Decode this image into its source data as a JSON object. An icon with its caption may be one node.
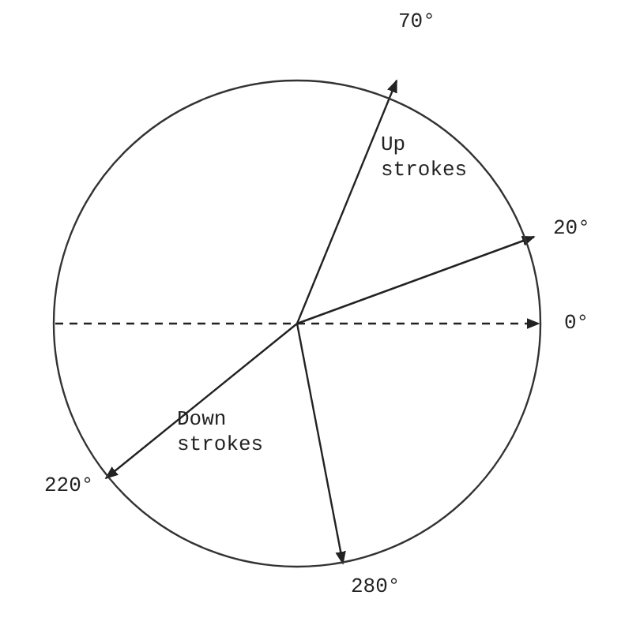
{
  "diagram": {
    "nodes": [
      {
        "text": [
          "Up strokes",
          "Down strokes"
        ]
      }
    ],
    "labels": [
      "70°",
      "20°",
      "0°",
      "220°",
      "280°"
    ]
  }
}
